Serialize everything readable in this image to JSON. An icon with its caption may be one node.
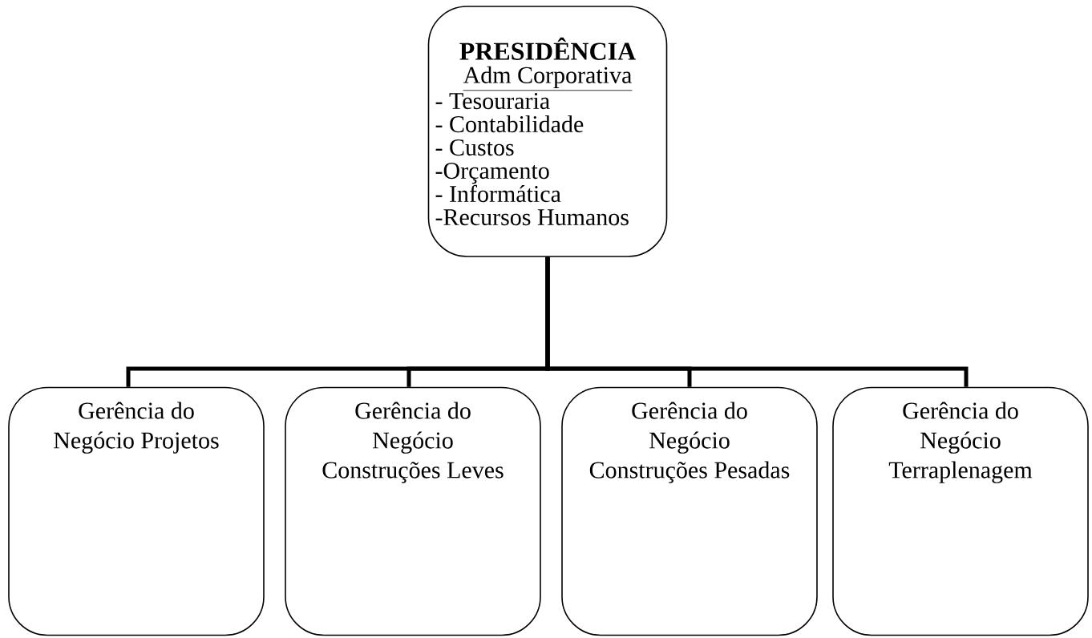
{
  "diagram": {
    "nodes": [
      {
        "text": [
          "PRESIDÊNCIA",
          "Adm Corporativa",
          "- Tesouraria",
          "- Contabilidade",
          "- Custos",
          "-Orçamento",
          "- Informática",
          "-Recursos Humanos"
        ]
      },
      {
        "text": [
          "Gerência do Negócio Projetos"
        ]
      },
      {
        "text": [
          "Gerência do Negócio Construções Leves"
        ]
      },
      {
        "text": [
          "Gerência do Negócio Construções Pesadas"
        ]
      },
      {
        "text": [
          "Gerência do Negócio Terraplenagem"
        ]
      }
    ],
    "edges": [
      {
        "from": 0,
        "to": 1,
        "arrow": "none"
      },
      {
        "from": 0,
        "to": 2,
        "arrow": "none"
      },
      {
        "from": 0,
        "to": 3,
        "arrow": "none"
      },
      {
        "from": 0,
        "to": 4,
        "arrow": "none"
      }
    ]
  }
}
